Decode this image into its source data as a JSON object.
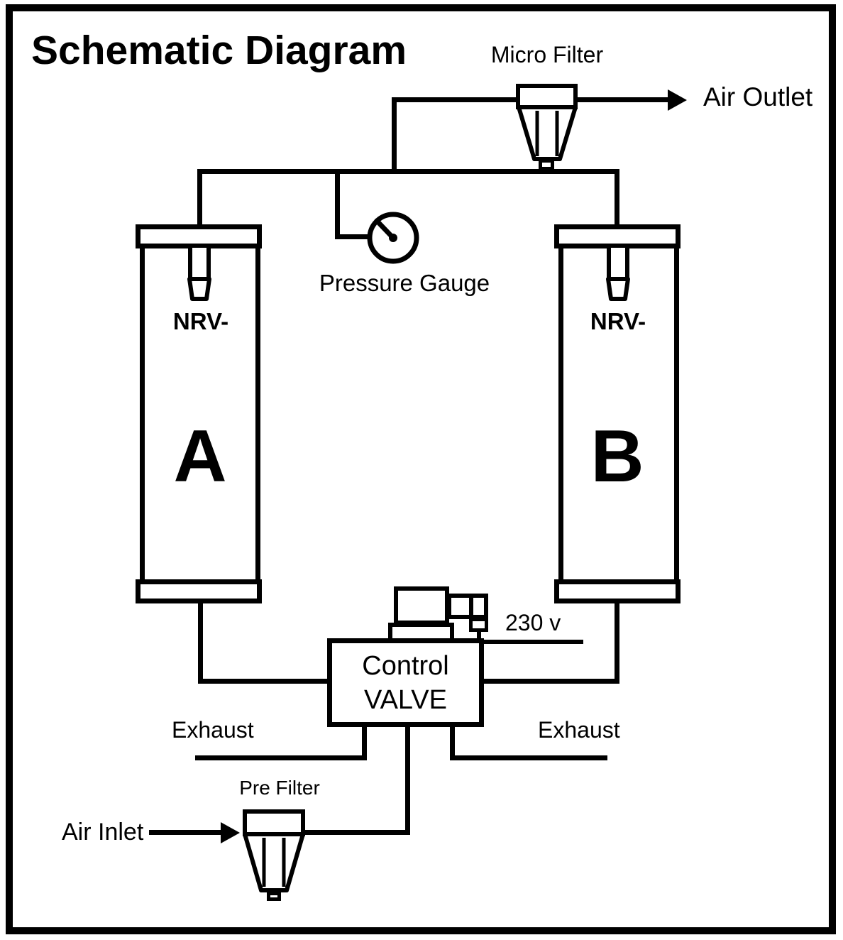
{
  "title": "Schematic Diagram",
  "colors": {
    "line": "#000000",
    "background": "#ffffff",
    "text": "#000000"
  },
  "components": {
    "micro_filter": {
      "label": "Micro Filter"
    },
    "air_outlet": {
      "label": "Air Outlet"
    },
    "pressure_gauge": {
      "label": "Pressure Gauge"
    },
    "tower_a": {
      "valve_label": "NRV-",
      "letter": "A"
    },
    "tower_b": {
      "valve_label": "NRV-",
      "letter": "B"
    },
    "control_valve": {
      "line1": "Control",
      "line2": "VALVE"
    },
    "power": {
      "label": "230 v"
    },
    "exhaust_left": {
      "label": "Exhaust"
    },
    "exhaust_right": {
      "label": "Exhaust"
    },
    "pre_filter": {
      "label": "Pre Filter"
    },
    "air_inlet": {
      "label": "Air Inlet"
    }
  }
}
